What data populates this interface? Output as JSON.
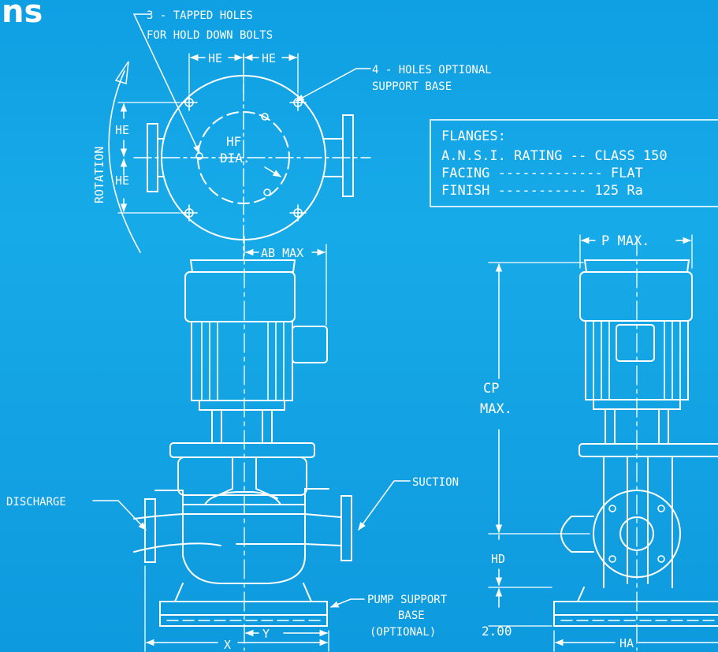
{
  "heading": "ns",
  "callouts": {
    "tapped_holes_1": "3 - TAPPED HOLES",
    "tapped_holes_2": "FOR HOLD DOWN BOLTS",
    "support_holes_1": "4 - HOLES OPTIONAL",
    "support_holes_2": "SUPPORT BASE",
    "rotation": "ROTATION",
    "discharge": "DISCHARGE",
    "suction": "SUCTION",
    "pump_base_1": "PUMP SUPPORT",
    "pump_base_2": "BASE",
    "pump_base_3": "(OPTIONAL)"
  },
  "dimensions": {
    "he": "HE",
    "hf": "HF",
    "dia": "DIA.",
    "ab_max": "AB MAX",
    "p_max": "P MAX.",
    "cp": "CP",
    "cp_max": "MAX.",
    "hd": "HD",
    "base_height": "2.00",
    "x": "X",
    "y": "Y",
    "ha": "HA"
  },
  "flange_table": {
    "title": "FLANGES:",
    "rows": [
      "A.N.S.I. RATING -- CLASS 150",
      "FACING  -------------  FLAT",
      "FINISH  -----------  125 Ra"
    ]
  },
  "colors": {
    "background": "#12a4e4",
    "line": "#ffffff"
  }
}
